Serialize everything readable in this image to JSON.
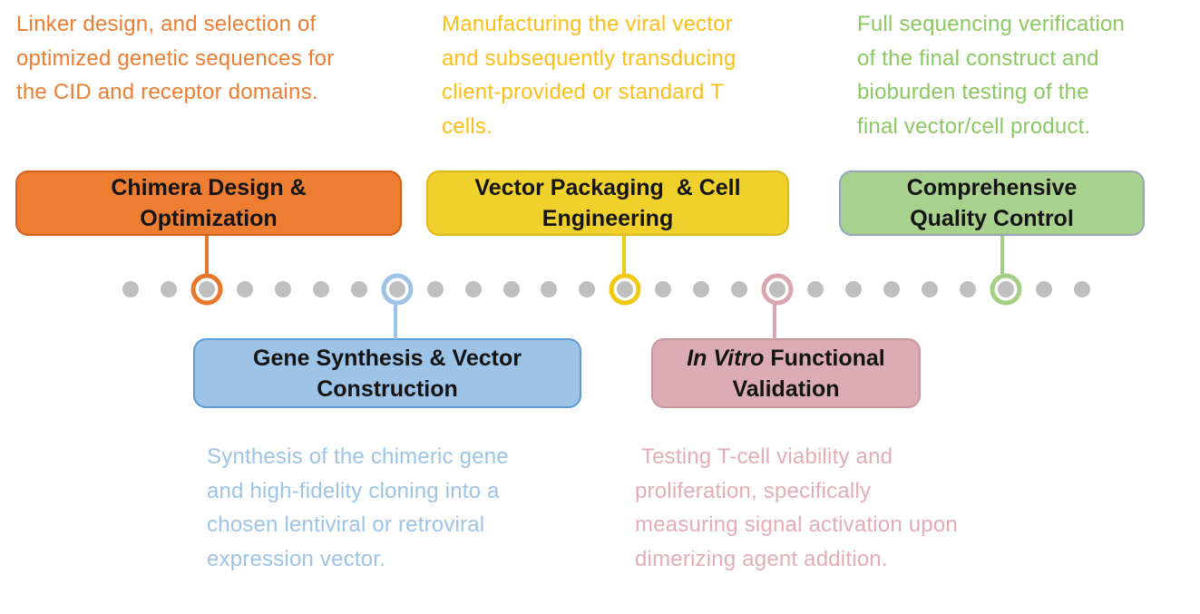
{
  "stages": [
    {
      "name": "chimera-design-optimization",
      "placement": "above",
      "box": {
        "line1_italic": "",
        "line1": "Chimera Design &",
        "line2": "Optimization"
      },
      "description_lines": [
        "Linker design, and selection of",
        "optimized genetic sequences for",
        "the CID and receptor domains."
      ],
      "colors": {
        "fill": "#ED7D31",
        "border": "#D2601A",
        "text": "#ED7D31",
        "accent": "#E8762C"
      }
    },
    {
      "name": "gene-synthesis-vector-construction",
      "placement": "below",
      "box": {
        "line1_italic": "",
        "line1": "Gene Synthesis & Vector",
        "line2": "Construction"
      },
      "description_lines": [
        "Synthesis of the chimeric gene",
        "and high-fidelity cloning into a",
        "chosen lentiviral or retroviral",
        "expression vector."
      ],
      "colors": {
        "fill": "#9DC3E6",
        "border": "#5B9BD5",
        "text": "#9DC3E6",
        "accent": "#9DC3E6"
      }
    },
    {
      "name": "vector-packaging-cell-engineering",
      "placement": "above",
      "box": {
        "line1_italic": "",
        "line1": "Vector Packaging  & Cell",
        "line2": "Engineering"
      },
      "description_lines": [
        "Manufacturing the viral vector",
        "and subsequently transducing",
        "client-provided or standard T",
        "cells."
      ],
      "colors": {
        "fill": "#F0D02A",
        "border": "#DDB918",
        "text": "#FCBF17",
        "accent": "#F2C90E"
      }
    },
    {
      "name": "in-vitro-functional-validation",
      "placement": "below",
      "box": {
        "line1_italic": "In Vitro",
        "line1": " Functional",
        "line2": "Validation"
      },
      "description_lines": [
        " Testing T-cell viability and",
        "proliferation, specifically",
        "measuring signal activation upon",
        "dimerizing agent addition."
      ],
      "colors": {
        "fill": "#DBACB5",
        "border": "#C8959F",
        "text": "#E2ADB8",
        "accent": "#DBA6B2"
      }
    },
    {
      "name": "comprehensive-quality-control",
      "placement": "above",
      "box": {
        "line1_italic": "",
        "line1": "Comprehensive",
        "line2": "Quality Control"
      },
      "description_lines": [
        "Full sequencing verification",
        "of the final construct and",
        "bioburden testing of the",
        "final vector/cell product."
      ],
      "colors": {
        "fill": "#A9D18E",
        "border": "#93A5BB",
        "text": "#8BC862",
        "accent": "#A3CE83"
      }
    }
  ],
  "timeline": {
    "dot_count": 26,
    "dot_color": "#BFBFBF",
    "markers": [
      {
        "dot_index": 2,
        "stage": 0
      },
      {
        "dot_index": 7,
        "stage": 1
      },
      {
        "dot_index": 13,
        "stage": 2
      },
      {
        "dot_index": 17,
        "stage": 3
      },
      {
        "dot_index": 23,
        "stage": 4
      }
    ]
  }
}
